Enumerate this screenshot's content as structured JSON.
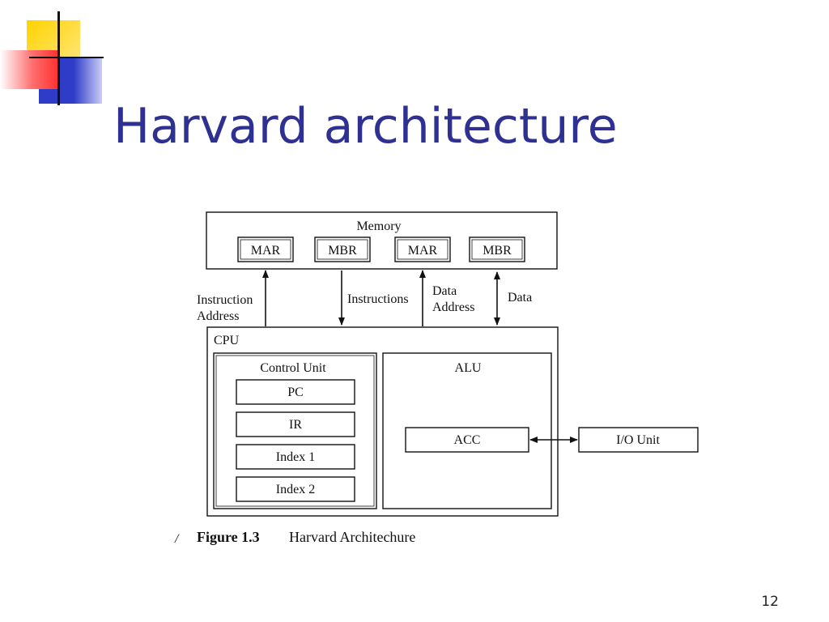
{
  "slide": {
    "title": "Harvard architecture",
    "page_number": "12"
  },
  "colors": {
    "title": "#2e3192",
    "deco_yellow": "#ffd400",
    "deco_blue": "#2e3cc8",
    "deco_red": "#ff4040"
  },
  "diagram": {
    "memory": {
      "label": "Memory",
      "registers": [
        "MAR",
        "MBR",
        "MAR",
        "MBR"
      ]
    },
    "buses": {
      "instruction_address_line1": "Instruction",
      "instruction_address_line2": "Address",
      "instructions": "Instructions",
      "data_address_line1": "Data",
      "data_address_line2": "Address",
      "data": "Data"
    },
    "cpu": {
      "label": "CPU",
      "control_unit": {
        "label": "Control Unit",
        "registers": [
          "PC",
          "IR",
          "Index 1",
          "Index 2"
        ]
      },
      "alu": {
        "label": "ALU",
        "acc": "ACC"
      }
    },
    "io_unit": "I/O Unit",
    "caption_mark": "/",
    "caption_number": "Figure 1.3",
    "caption_text": "Harvard Architechure"
  }
}
